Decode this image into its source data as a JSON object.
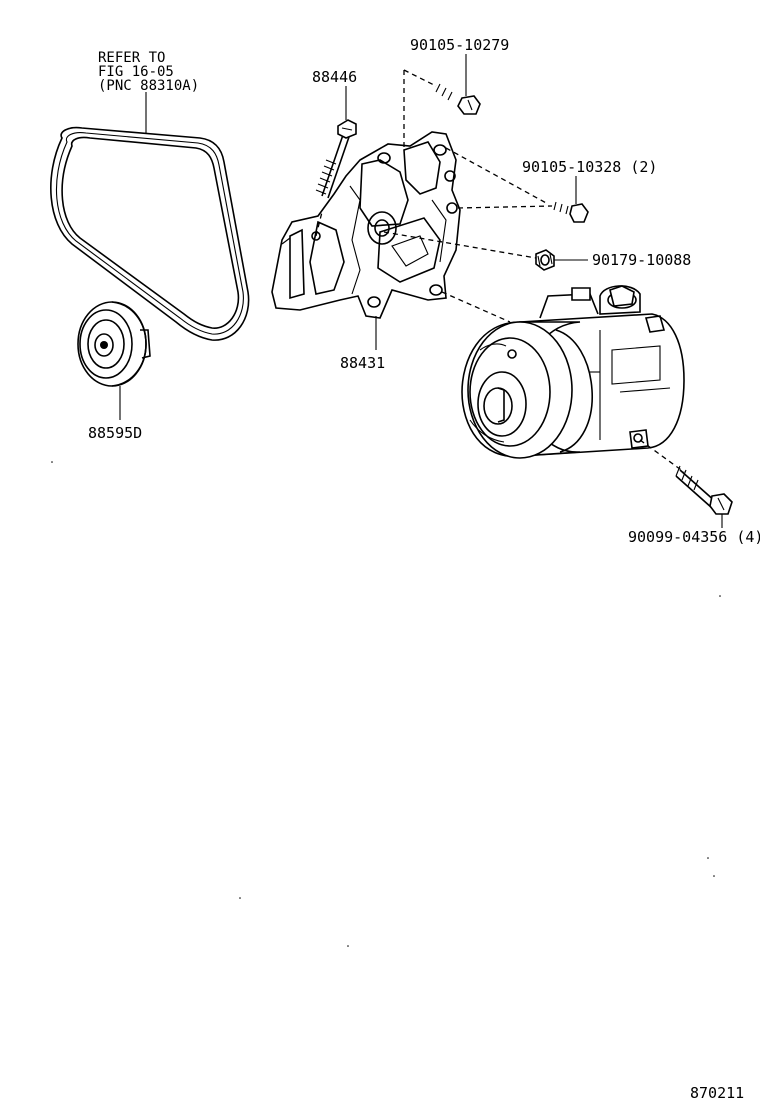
{
  "reference_note": {
    "line1": "REFER TO",
    "line2": "FIG 16-05",
    "line3": "(PNC 88310A)"
  },
  "parts": {
    "bolt_top": "90105-10279",
    "stud": "88446",
    "bolt_mid": "90105-10328 (2)",
    "nut": "90179-10088",
    "bracket": "88431",
    "pulley": "88595D",
    "compressor_bolt": "90099-04356 (4)"
  },
  "figure_number": "870211"
}
